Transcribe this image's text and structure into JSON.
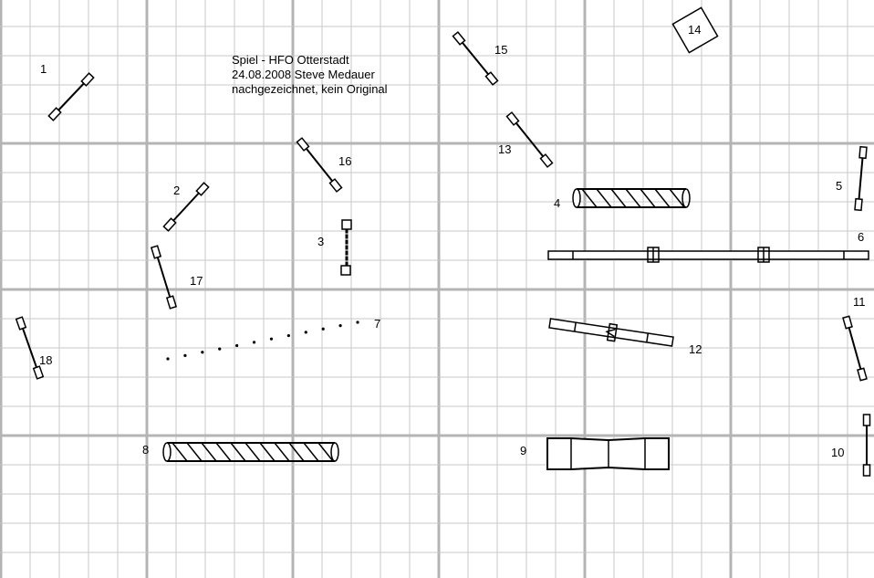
{
  "title": {
    "line1": "Spiel - HFO Otterstadt",
    "line2": "24.08.2008 Steve Medauer",
    "line3": "nachgezeichnet, kein Original"
  },
  "colors": {
    "grid_minor": "#c8c8c8",
    "grid_major": "#b4b4b4",
    "ink": "#000000"
  },
  "obstacles": [
    {
      "id": "1",
      "type": "jump"
    },
    {
      "id": "2",
      "type": "jump"
    },
    {
      "id": "3",
      "type": "wall"
    },
    {
      "id": "4",
      "type": "tunnel"
    },
    {
      "id": "5",
      "type": "jump"
    },
    {
      "id": "6",
      "type": "dogwalk"
    },
    {
      "id": "7",
      "type": "weave-poles"
    },
    {
      "id": "8",
      "type": "tunnel"
    },
    {
      "id": "9",
      "type": "chute"
    },
    {
      "id": "10",
      "type": "jump"
    },
    {
      "id": "11",
      "type": "jump"
    },
    {
      "id": "12",
      "type": "seesaw"
    },
    {
      "id": "13",
      "type": "jump"
    },
    {
      "id": "14",
      "type": "table"
    },
    {
      "id": "15",
      "type": "jump"
    },
    {
      "id": "16",
      "type": "jump"
    },
    {
      "id": "17",
      "type": "jump"
    },
    {
      "id": "18",
      "type": "jump"
    }
  ]
}
